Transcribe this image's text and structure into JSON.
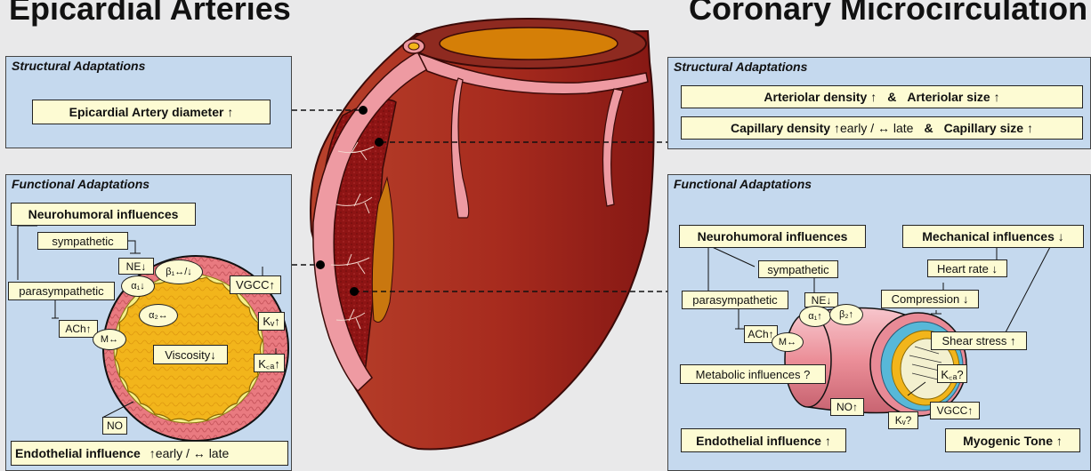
{
  "titles": {
    "left": "Epicardial Arteries",
    "right": "Coronary Microcirculation"
  },
  "left": {
    "structural": {
      "title": "Structural Adaptations",
      "diameter": "Epicardial Artery diameter ↑"
    },
    "functional": {
      "title": "Functional Adaptations",
      "neurohumoral": "Neurohumoral influences",
      "sympathetic": "sympathetic",
      "parasympathetic": "parasympathetic",
      "ne": "NE↓",
      "alpha1": "α₁↓",
      "beta1": "β₁↔/↓",
      "alpha2": "α₂↔",
      "ach": "ACh↑",
      "m": "M↔",
      "vgcc": "VGCC↑",
      "kv": "Kᵥ↑",
      "kca": "K꜀ₐ↑",
      "viscosity": "Viscosity↓",
      "no": "NO",
      "endothelial_bold": "Endothelial influence",
      "endothelial_rest": "↑early  /  ↔ late"
    }
  },
  "right": {
    "structural": {
      "title": "Structural Adaptations",
      "arteriolar_density": "Arteriolar density ↑",
      "amp1": "&",
      "arteriolar_size": "Arteriolar size ↑",
      "capillary_density": "Capillary density ↑",
      "capillary_mid": " early / ↔ late",
      "amp2": "&",
      "capillary_size": "Capillary size ↑"
    },
    "functional": {
      "title": "Functional Adaptations",
      "neurohumoral": "Neurohumoral influences",
      "mechanical": "Mechanical influences ↓",
      "sympathetic": "sympathetic",
      "heart_rate": "Heart rate ↓",
      "parasympathetic": "parasympathetic",
      "compression": "Compression ↓",
      "ne": "NE↓",
      "alpha1": "α₁↑",
      "beta2": "β₂↑",
      "ach": "ACh↑",
      "m": "M↔",
      "shear": "Shear stress ↑",
      "metabolic": "Metabolic influences ?",
      "kca": "K꜀ₐ?",
      "no": "NO↑",
      "vgcc": "VGCC↑",
      "kv": "Kᵥ?",
      "endothelial": "Endothelial influence ↑",
      "myogenic": "Myogenic Tone ↑"
    }
  },
  "colors": {
    "panel": "#c5d9ee",
    "box": "#fdfbd3",
    "heart": "#a82c1f",
    "vessel": "#ee9aa2",
    "lumen": "#f2b51b"
  }
}
